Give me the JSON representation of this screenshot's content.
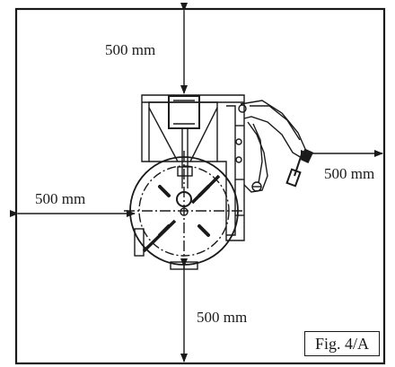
{
  "clearance": {
    "top": "500 mm",
    "right": "500 mm",
    "left": "500 mm",
    "bottom": "500 mm"
  },
  "figure_label": "Fig. 4/A",
  "colors": {
    "ink": "#1a1a1a",
    "paper": "#ffffff"
  }
}
